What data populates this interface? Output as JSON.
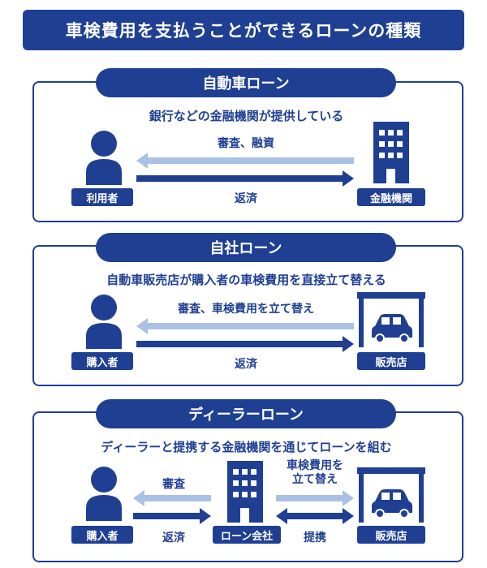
{
  "header": {
    "title": "車検費用を支払うことができるローンの種類"
  },
  "sections": [
    {
      "name": "自動車ローン",
      "description": "銀行などの金融機関が提供している",
      "top_arrow_label": "審査、融資",
      "bottom_arrow_label": "返済",
      "left_tag": "利用者",
      "right_tag": "金融機関"
    },
    {
      "name": "自社ローン",
      "description": "自動車販売店が購入者の車検費用を直接立て替える",
      "top_arrow_label": "審査、車検費用を立て替え",
      "bottom_arrow_label": "返済",
      "left_tag": "購入者",
      "right_tag": "販売店"
    },
    {
      "name": "ディーラーローン",
      "description": "ディーラーと提携する金融機関を通じてローンを組む",
      "left_top_label": "審査",
      "left_bottom_label": "返済",
      "right_top_label_line1": "車検費用を",
      "right_top_label_line2": "立て替え",
      "right_bottom_label": "提携",
      "left_tag": "購入者",
      "middle_tag": "ローン会社",
      "right_tag": "販売店"
    }
  ],
  "colors": {
    "navy": "#1f3f93",
    "light_arrow": "#a9c1e4",
    "white": "#ffffff"
  },
  "icons": [
    "person-icon",
    "building-icon",
    "car-garage-icon"
  ]
}
